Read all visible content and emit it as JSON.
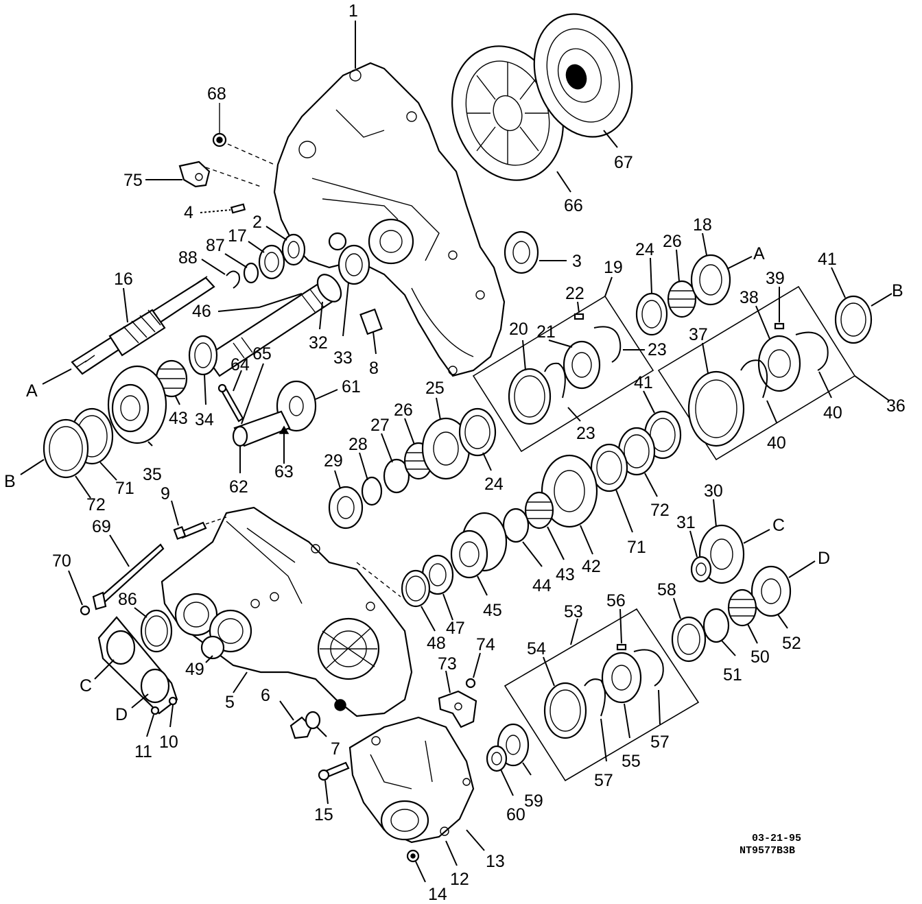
{
  "diagram": {
    "labels": {
      "n1": "1",
      "n2": "2",
      "n3": "3",
      "n4": "4",
      "n5": "5",
      "n6": "6",
      "n7": "7",
      "n8": "8",
      "n9": "9",
      "n10": "10",
      "n11": "11",
      "n12": "12",
      "n13": "13",
      "n14": "14",
      "n15": "15",
      "n16": "16",
      "n17": "17",
      "n18": "18",
      "n19": "19",
      "n20": "20",
      "n21": "21",
      "n22": "22",
      "n23a": "23",
      "n23b": "23",
      "n24a": "24",
      "n24b": "24",
      "n25": "25",
      "n26a": "26",
      "n26b": "26",
      "n27": "27",
      "n28": "28",
      "n29": "29",
      "n30": "30",
      "n31": "31",
      "n32": "32",
      "n33": "33",
      "n34": "34",
      "n35": "35",
      "n36": "36",
      "n37": "37",
      "n38": "38",
      "n39": "39",
      "n40a": "40",
      "n40b": "40",
      "n41a": "41",
      "n41b": "41",
      "n42": "42",
      "n43a": "43",
      "n43b": "43",
      "n44": "44",
      "n45": "45",
      "n46": "46",
      "n47": "47",
      "n48": "48",
      "n49": "49",
      "n50": "50",
      "n51": "51",
      "n52": "52",
      "n53": "53",
      "n54": "54",
      "n55": "55",
      "n56": "56",
      "n57a": "57",
      "n57b": "57",
      "n58": "58",
      "n59": "59",
      "n60": "60",
      "n61": "61",
      "n62": "62",
      "n63": "63",
      "n64": "64",
      "n65": "65",
      "n66": "66",
      "n67": "67",
      "n68": "68",
      "n69": "69",
      "n70": "70",
      "n71a": "71",
      "n71b": "71",
      "n72a": "72",
      "n72b": "72",
      "n73": "73",
      "n74": "74",
      "n75": "75",
      "n86": "86",
      "n87": "87",
      "n88": "88",
      "refA1": "A",
      "refA2": "A",
      "refB1": "B",
      "refB2": "B",
      "refC1": "C",
      "refC2": "C",
      "refD1": "D",
      "refD2": "D"
    },
    "stamp": {
      "date": "03-21-95",
      "code": "NT9577B3B"
    }
  }
}
